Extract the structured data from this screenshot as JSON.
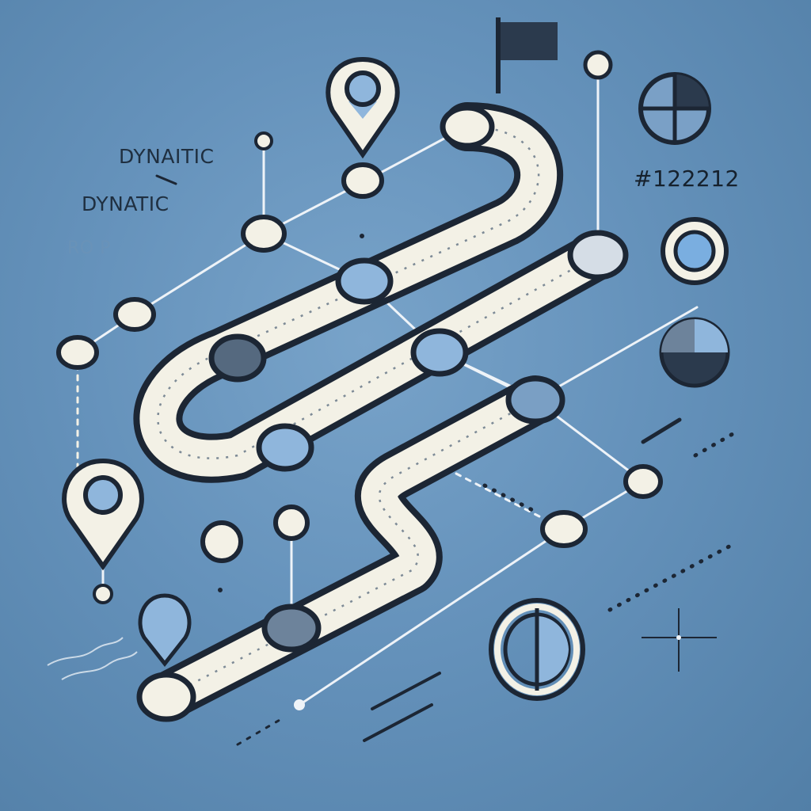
{
  "labels": {
    "dynamic_top": "DYNAITIC",
    "dynamic_bottom": "DYNATIC",
    "code": "#122212",
    "faint": "RO    P"
  },
  "colors": {
    "background": "#6592bb",
    "road_fill": "#f3f1e6",
    "outline": "#1c2634",
    "node_light": "#f3f1e6",
    "node_blue": "#8fb6dc",
    "node_dark": "#55697f",
    "flag": "#2b3a4d"
  },
  "icons": [
    "winding-road",
    "map-pin-icon",
    "flag-icon",
    "pie-chart-icon",
    "target-icon",
    "circle-icon",
    "line-node-icon",
    "crosshair-icon"
  ]
}
